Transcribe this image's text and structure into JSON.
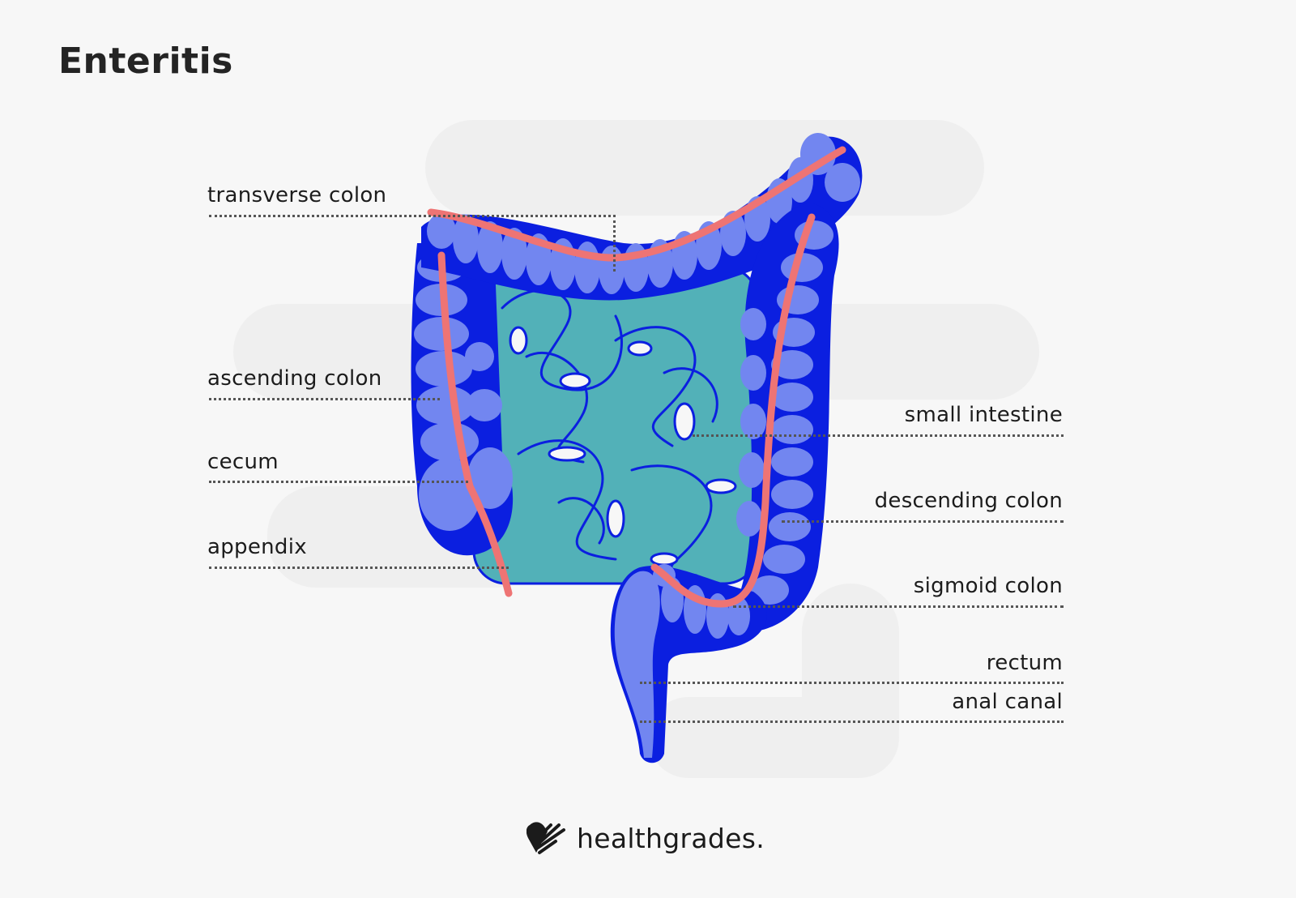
{
  "title": "Enteritis",
  "labels": {
    "transverse_colon": "transverse colon",
    "ascending_colon": "ascending colon",
    "cecum": "cecum",
    "appendix": "appendix",
    "small_intestine": "small intestine",
    "descending_colon": "descending colon",
    "sigmoid_colon": "sigmoid colon",
    "rectum": "rectum",
    "anal_canal": "anal canal"
  },
  "logo": {
    "icon": "heart-stripes-icon",
    "text": "healthgrades."
  },
  "colors": {
    "background": "#f7f7f7",
    "colon_light": "#7286f0",
    "colon_dark": "#0b1fe0",
    "small_intestine": "#52b1b8",
    "taenia_band": "#ee7474"
  }
}
